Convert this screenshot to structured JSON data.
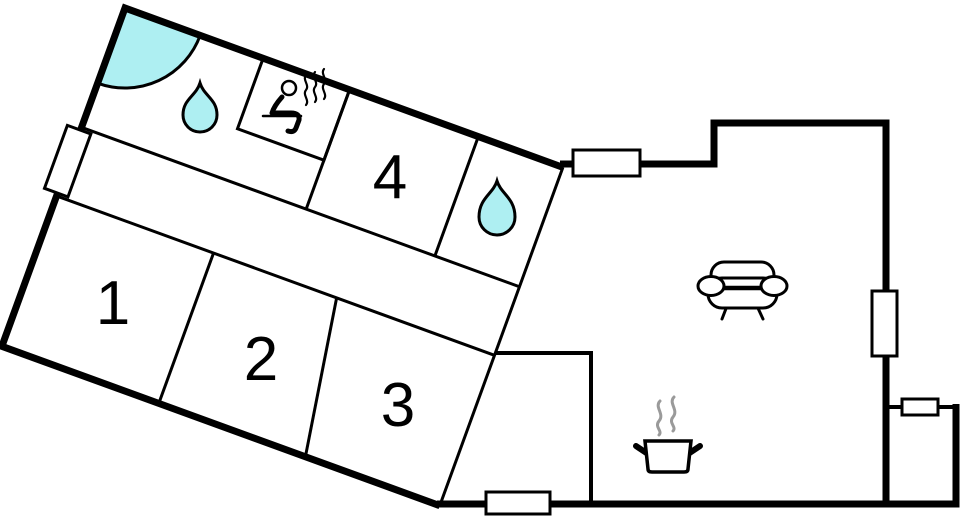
{
  "plan": {
    "type": "apartment-floor-plan",
    "rooms": [
      {
        "label": "1"
      },
      {
        "label": "2"
      },
      {
        "label": "3"
      },
      {
        "label": "4"
      }
    ],
    "colors": {
      "wall": "#000000",
      "water": "#aeeff2",
      "steam": "#9a9a9a",
      "floor": "#ffffff"
    },
    "icons": {
      "shower": "quarter-circle-corner-shower",
      "bathroom_drop": "water-drop",
      "wc_drop": "water-drop",
      "sauna": "person-on-bench-with-steam",
      "sofa": "sofa-top-view",
      "stove": "steaming-pot"
    }
  }
}
